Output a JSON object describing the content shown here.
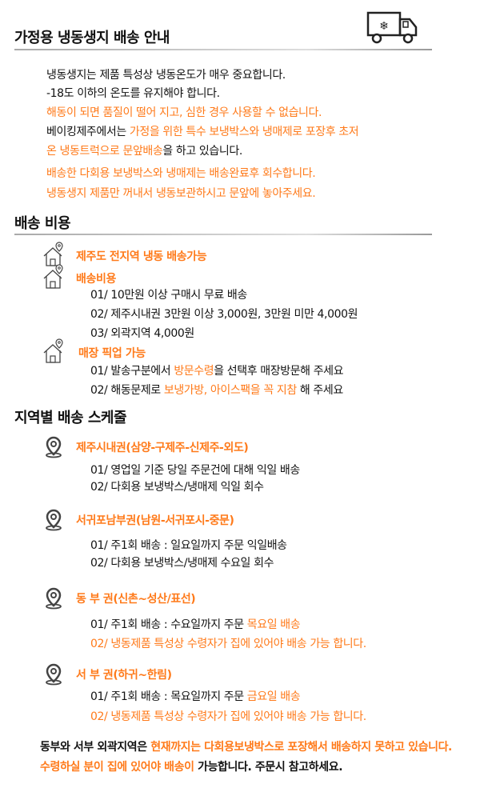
{
  "title": "가정용 냉동생지 배송 안내",
  "intro": [
    [
      {
        "t": "냉동생지는 제품 특성상 냉동온도가 매우 중요합니다.",
        "o": false
      }
    ],
    [
      {
        "t": "-18도 이하의 온도를 유지해야 합니다.",
        "o": false
      }
    ],
    [
      {
        "t": "해동이 되면 품질이 떨어 지고, 심한 경우 사용할 수 없습니다.",
        "o": true
      }
    ],
    [
      {
        "t": "베이킹제주에서는 ",
        "o": false
      },
      {
        "t": "가정을 위한 특수 보냉박스와 냉매제로 포장후 초저",
        "o": true
      }
    ],
    [
      {
        "t": "온 냉동트럭으로 문앞배송",
        "o": true
      },
      {
        "t": "을 하고 있습니다.",
        "o": false
      }
    ],
    [
      {
        "t": "배송한 다회용 보냉박스와 냉매제는 배송완료후 회수합니다.",
        "o": true
      }
    ],
    [
      {
        "t": "냉동생지 제품만 꺼내서 냉동보관하시고 문앞에 놓아주세요.",
        "o": true
      }
    ]
  ],
  "cost": {
    "heading": "배송 비용",
    "items": [
      {
        "title": "제주도 전지역 냉동 배송가능",
        "lines": []
      },
      {
        "title": "배송비용",
        "lines": [
          [
            {
              "t": "01/ 10만원 이상 구매시 무료 배송",
              "o": false
            }
          ],
          [
            {
              "t": "02/ 제주시내권 3만원 이상 3,000원, 3만원 미만 4,000원",
              "o": false
            }
          ],
          [
            {
              "t": "03/ 외곽지역 4,000원",
              "o": false
            }
          ]
        ]
      },
      {
        "title": "매장 픽업 가능",
        "lines": [
          [
            {
              "t": "01/ 발송구분에서 ",
              "o": false
            },
            {
              "t": "방문수령",
              "o": true
            },
            {
              "t": "을 선택후 매장방문해 주세요",
              "o": false
            }
          ],
          [
            {
              "t": "02/ 해동문제로 ",
              "o": false
            },
            {
              "t": "보냉가방, 아이스팩을 꼭 지참",
              "o": true
            },
            {
              "t": "  해 주세요",
              "o": false
            }
          ]
        ]
      }
    ]
  },
  "schedule": {
    "heading": "지역별 배송 스케줄",
    "regions": [
      {
        "title": "제주시내권(삼양-구제주-신제주-외도)",
        "lines": [
          [
            {
              "t": "01/ 영업일 기준 당일 주문건에 대해 익일 배송",
              "o": false
            }
          ],
          [
            {
              "t": "02/ 다회용 보냉박스/냉매제 익일 회수",
              "o": false
            }
          ]
        ]
      },
      {
        "title": "서귀포남부권(남원-서귀포시-중문)",
        "lines": [
          [
            {
              "t": "01/ 주1회 배송 : 일요일까지 주문 익일배송",
              "o": false
            }
          ],
          [
            {
              "t": "02/ 다회용 보냉박스/냉매제 수요일 회수",
              "o": false
            }
          ]
        ]
      },
      {
        "title": "동 부 권(신촌~성산/표선)",
        "lines": [
          [
            {
              "t": "01/ 주1회 배송 : 수요일까지 주문 ",
              "o": false
            },
            {
              "t": "목요일 배송",
              "o": true
            }
          ],
          [
            {
              "t": "02/ 냉동제품 특성상 수령자가 집에 있어야 배송 가능 합니다.",
              "o": true
            }
          ]
        ]
      },
      {
        "title": "서 부 권(하귀~한림)",
        "lines": [
          [
            {
              "t": "01/ 주1회 배송 : 목요일까지 주문 ",
              "o": false
            },
            {
              "t": "금요일 배송",
              "o": true
            }
          ],
          [
            {
              "t": "02/ 냉동제품 특성상 수령자가 집에 있어야 배송 가능 합니다.",
              "o": true
            }
          ]
        ]
      }
    ]
  },
  "footer": [
    {
      "t": "동부와 서부 외곽지역은 ",
      "o": false
    },
    {
      "t": "현재까지는 다회용보냉박스로 포장해서 배송하지 못하고 있습니다. 수령하실 분이 집에 있어야 배송이",
      "o": true
    },
    {
      "t": " 가능합니다. 주문시 참고하세요.",
      "o": false
    }
  ],
  "colors": {
    "accent": "#ff7a1a",
    "text": "#111111"
  }
}
